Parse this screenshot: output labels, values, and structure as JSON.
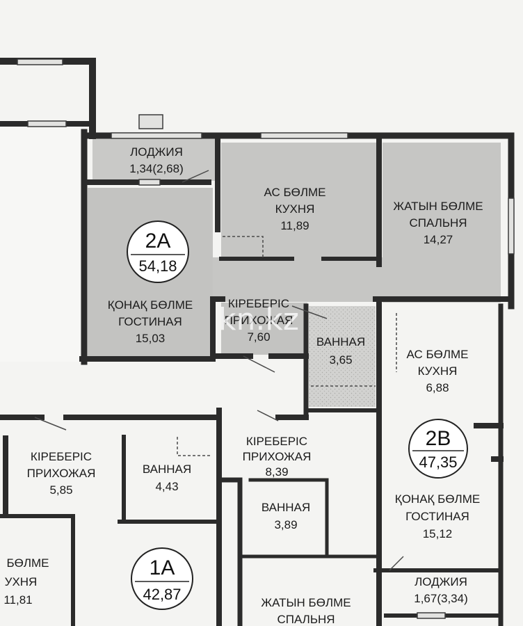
{
  "watermark": "kn.kz",
  "apartments": [
    {
      "code": "2A",
      "area": "54,18"
    },
    {
      "code": "2B",
      "area": "47,35"
    },
    {
      "code": "1A",
      "area": "42,87"
    }
  ],
  "rooms": {
    "loggia_2a": {
      "kz": "ЛОДЖИЯ",
      "area": "1,34(2,68)"
    },
    "kitchen_2a": {
      "kz": "АС БӨЛМЕ",
      "ru": "КУХНЯ",
      "area": "11,89"
    },
    "bedroom_2a": {
      "kz": "ЖАТЫН БӨЛМЕ",
      "ru": "СПАЛЬНЯ",
      "area": "14,27"
    },
    "living_2a": {
      "kz": "ҚОНАҚ БӨЛМЕ",
      "ru": "ГОСТИНАЯ",
      "area": "15,03"
    },
    "hall_2a": {
      "kz": "КІРЕБЕРІС",
      "ru": "ПРИХОЖАЯ",
      "area": "7,60"
    },
    "bath_2a": {
      "kz": "ВАННАЯ",
      "area": "3,65"
    },
    "kitchen_2b": {
      "kz": "АС БӨЛМЕ",
      "ru": "КУХНЯ",
      "area": "6,88"
    },
    "living_2b": {
      "kz": "ҚОНАҚ БӨЛМЕ",
      "ru": "ГОСТИНАЯ",
      "area": "15,12"
    },
    "loggia_2b": {
      "kz": "ЛОДЖИЯ",
      "area": "1,67(3,34)"
    },
    "hall_1a": {
      "kz": "КІРЕБЕРІС",
      "ru": "ПРИХОЖАЯ",
      "area": "5,85"
    },
    "bath_1a": {
      "kz": "ВАННАЯ",
      "area": "4,43"
    },
    "hall_mid": {
      "kz": "КІРЕБЕРІС",
      "ru": "ПРИХОЖАЯ",
      "area": "8,39"
    },
    "bath_mid": {
      "kz": "ВАННАЯ",
      "area": "3,89"
    },
    "kitchen_1a": {
      "kz": "БӨЛМЕ",
      "ru": "УХНЯ",
      "area": "11,81"
    },
    "bedroom_bottom": {
      "kz": "ЖАТЫН БӨЛМЕ",
      "ru": "СПАЛЬНЯ"
    }
  }
}
